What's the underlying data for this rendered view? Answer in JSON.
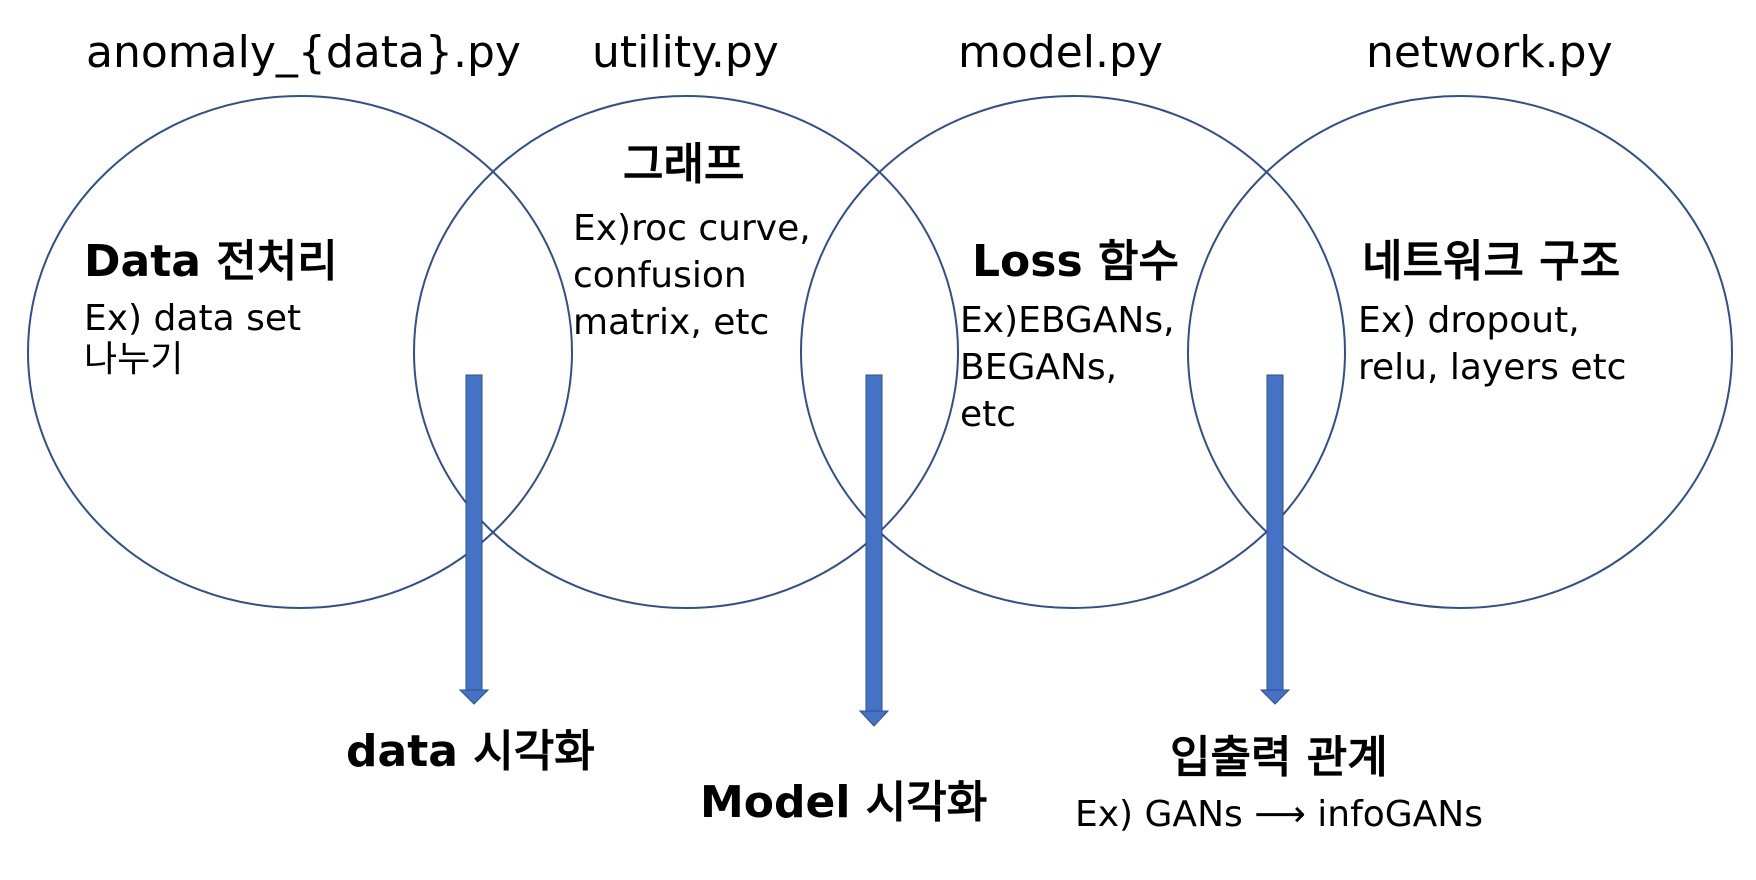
{
  "files": {
    "anomaly": "anomaly_{data}.py",
    "utility": "utility.py",
    "model": "model.py",
    "network": "network.py"
  },
  "regions": {
    "data": {
      "title": "Data 전처리",
      "desc": "Ex) data set\n나누기"
    },
    "graph": {
      "title": "그래프",
      "desc": "Ex)roc curve,\nconfusion\nmatrix, etc"
    },
    "loss": {
      "title": "Loss 함수",
      "desc": "Ex)EBGANs,\nBEGANs,\netc"
    },
    "network": {
      "title": "네트워크 구조",
      "desc": "Ex) dropout,\nrelu, layers etc"
    }
  },
  "outputs": {
    "data_vis": "data 시각화",
    "model_vis": "Model 시각화",
    "io": {
      "title": "입출력 관계",
      "desc": "Ex) GANs ⟶ infoGANs"
    }
  },
  "colors": {
    "circle": "#2F4F8F",
    "arrow": "#4472C4"
  }
}
